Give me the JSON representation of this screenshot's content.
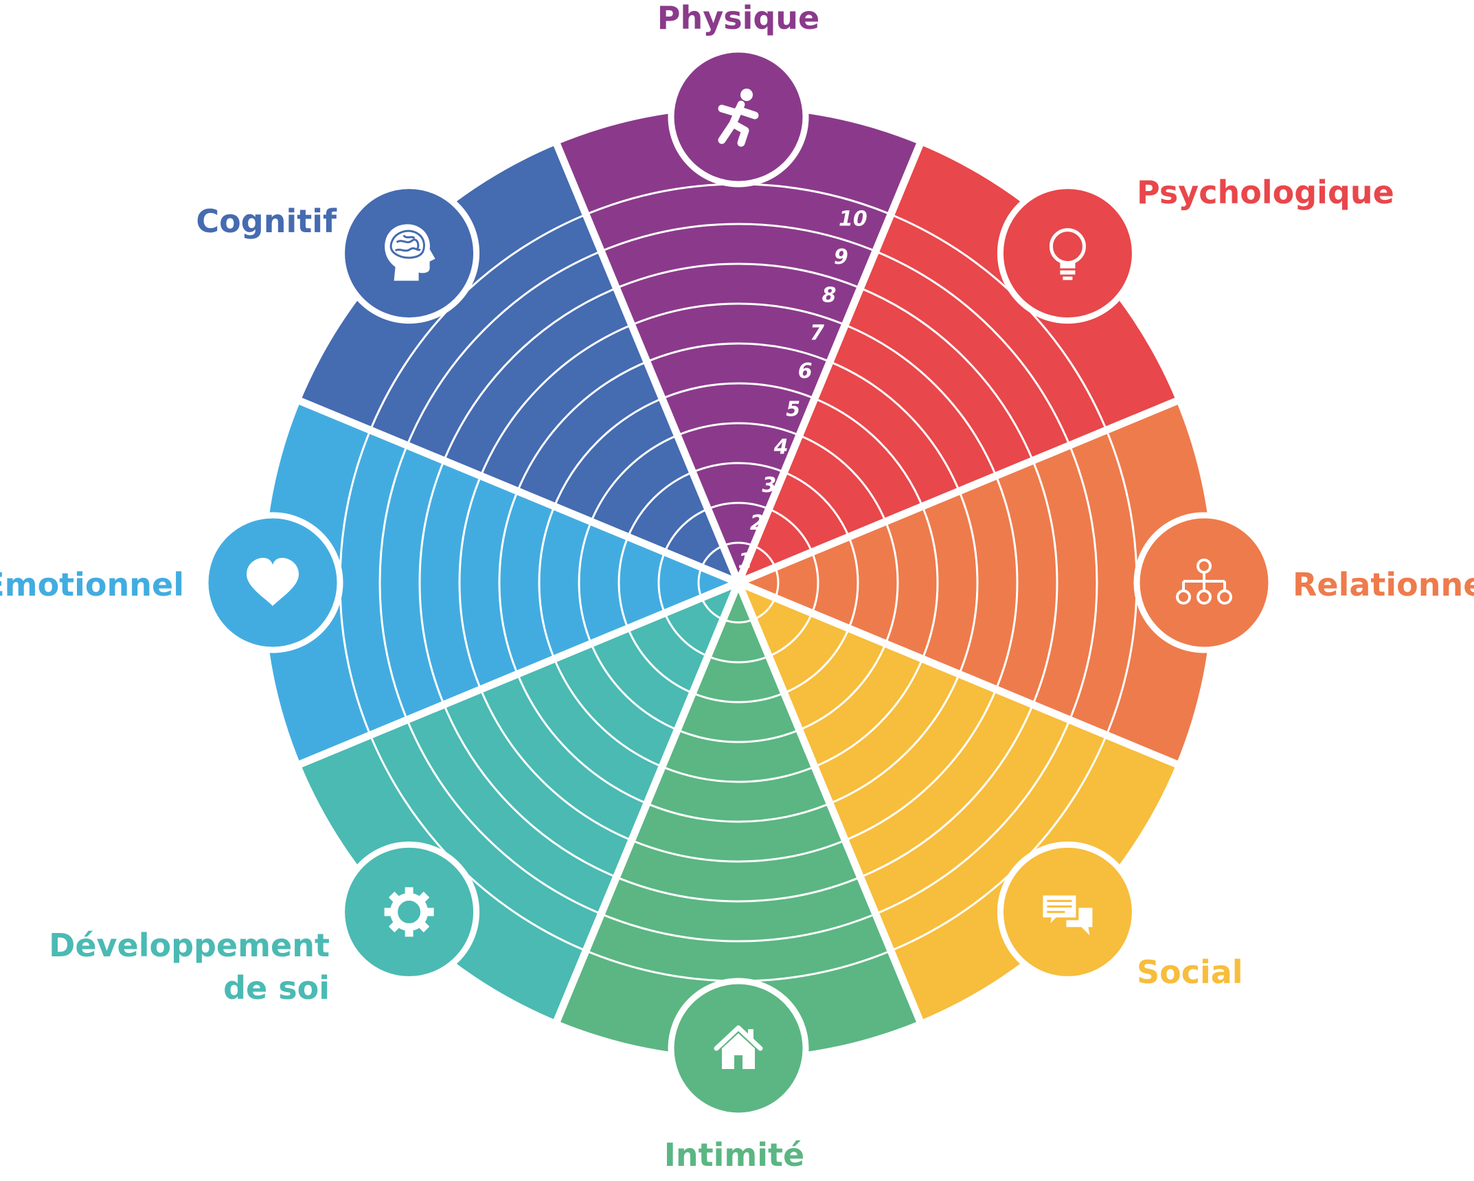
{
  "rings": {
    "count": 10,
    "labels": [
      "1",
      "2",
      "3",
      "4",
      "5",
      "6",
      "7",
      "8",
      "9",
      "10"
    ]
  },
  "categories": [
    {
      "id": "physique",
      "lines": [
        "Physique"
      ],
      "color": "#8B3A8B",
      "icon": "running-person-icon"
    },
    {
      "id": "psychologique",
      "lines": [
        "Psychologique"
      ],
      "color": "#E8474B",
      "icon": "lightbulb-icon"
    },
    {
      "id": "relationnel",
      "lines": [
        "Relationnel"
      ],
      "color": "#EE7B4C",
      "icon": "network-icon"
    },
    {
      "id": "social",
      "lines": [
        "Social"
      ],
      "color": "#F7BD3C",
      "icon": "chat-bubbles-icon"
    },
    {
      "id": "intimite",
      "lines": [
        "Intimité"
      ],
      "color": "#5BB683",
      "icon": "house-icon"
    },
    {
      "id": "developpement",
      "lines": [
        "Développement",
        "de soi"
      ],
      "color": "#4ABAB3",
      "icon": "gear-icon"
    },
    {
      "id": "emotionnel",
      "lines": [
        "Emotionnel"
      ],
      "color": "#42ACE1",
      "icon": "heart-icon"
    },
    {
      "id": "cognitif",
      "lines": [
        "Cognitif"
      ],
      "color": "#456BB1",
      "icon": "brain-head-icon"
    }
  ]
}
